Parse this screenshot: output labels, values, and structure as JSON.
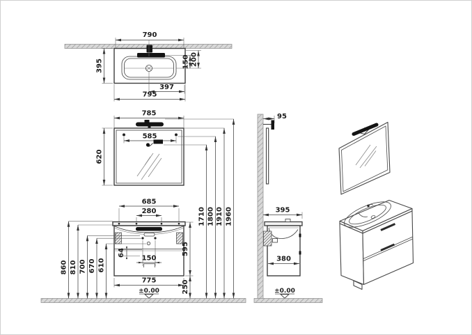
{
  "colors": {
    "line": "#3d3d3d",
    "dim_text": "#1c1c1c",
    "wall_hatch": "#d8d8d8",
    "fixture_black": "#141414"
  },
  "views": {
    "top": {
      "dim_width_top": "790",
      "dim_depth": "395",
      "dim_basin_back": "150",
      "dim_faucet_back": "200",
      "dim_drain_right": "397",
      "dim_width_bottom": "795"
    },
    "mirror": {
      "dim_width": "785",
      "dim_holes": "585",
      "dim_height": "620"
    },
    "front": {
      "dim_mount_outer": "685",
      "dim_mount_inner": "280",
      "dim_divider": "64",
      "dim_drain_holes": "150",
      "dim_body_height": "595",
      "dim_width": "775",
      "dim_clearance": "250",
      "datum": "±0.00",
      "heights": [
        "860",
        "810",
        "700",
        "670",
        "610"
      ],
      "wall_heights": [
        "1710",
        "1800",
        "1910",
        "1960"
      ]
    },
    "side": {
      "dim_light_depth": "95",
      "dim_depth": "395",
      "dim_inner_depth": "380",
      "datum": "±0.00"
    }
  }
}
